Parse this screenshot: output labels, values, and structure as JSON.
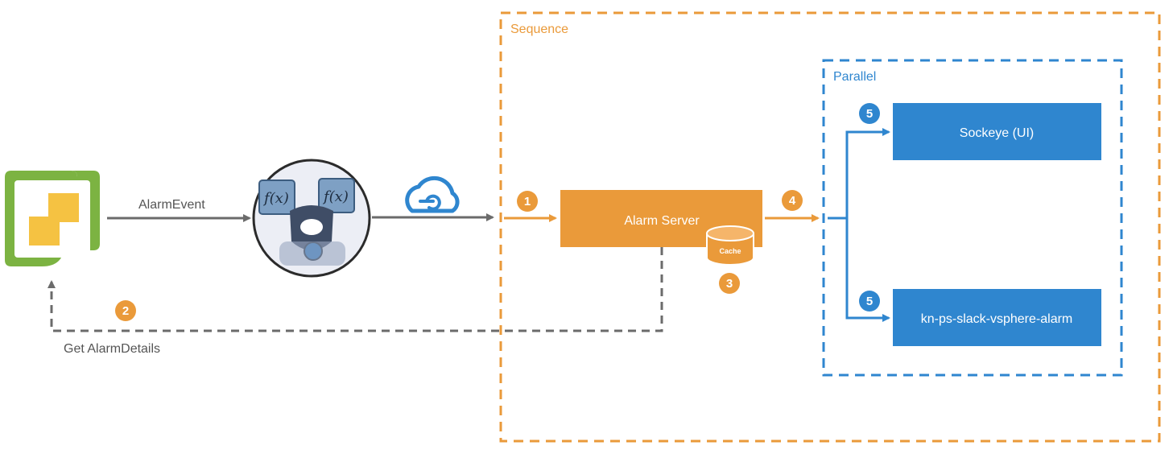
{
  "groups": {
    "sequence_label": "Sequence",
    "parallel_label": "Parallel"
  },
  "edges": {
    "alarm_event_label": "AlarmEvent",
    "get_alarm_details_label": "Get AlarmDetails"
  },
  "nodes": {
    "alarm_server_label": "Alarm Server",
    "cache_label": "Cache",
    "sockeye_label": "Sockeye (UI)",
    "slack_label": "kn-ps-slack-vsphere-alarm"
  },
  "steps": {
    "one": "1",
    "two": "2",
    "three": "3",
    "four": "4",
    "five_top": "5",
    "five_bottom": "5"
  },
  "icons": {
    "vsphere": "vsphere-logo-icon",
    "openfaas": "function-mascot-icon",
    "cloudevents": "cloudevents-icon"
  },
  "colors": {
    "orange": "#ea9a3a",
    "blue": "#2f86cf",
    "gray": "#6b6b6b",
    "vsphere_green": "#7cb342",
    "vsphere_yellow": "#f5c242"
  }
}
